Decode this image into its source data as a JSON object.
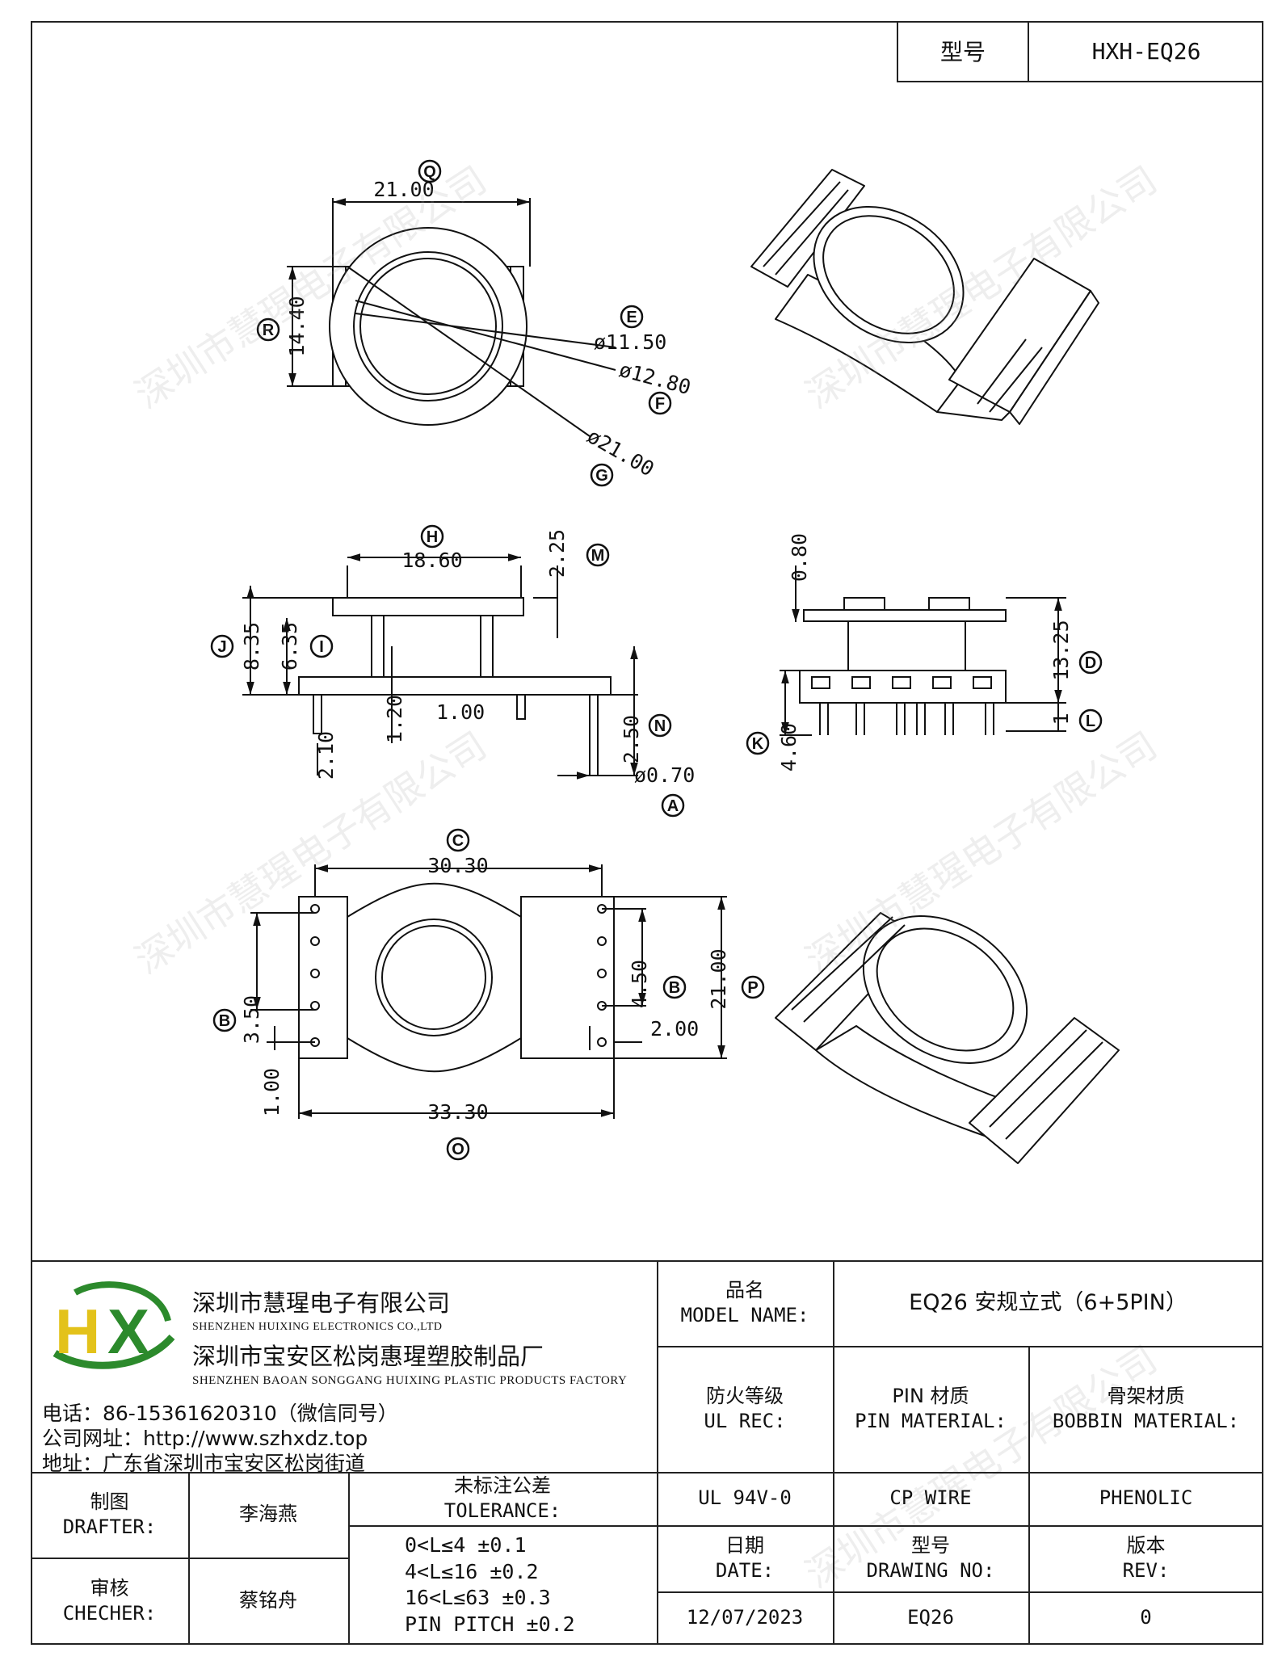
{
  "model_box": {
    "label": "型号",
    "value": "HXH-EQ26"
  },
  "watermark": "深圳市慧瑆电子有限公司",
  "drawing": {
    "top_view": {
      "Q": {
        "letter": "Q",
        "value": "21.00"
      },
      "R": {
        "letter": "R",
        "value": "14.40"
      },
      "E": {
        "letter": "E",
        "value": "ø11.50"
      },
      "F": {
        "letter": "F",
        "value": "ø12.80"
      },
      "G": {
        "letter": "G",
        "value": "ø21.00"
      }
    },
    "front_view": {
      "H": {
        "letter": "H",
        "value": "18.60"
      },
      "M": {
        "letter": "M",
        "value": "2.25"
      },
      "J": {
        "letter": "J",
        "value": "8.35"
      },
      "I": {
        "letter": "I",
        "value": "6.35"
      },
      "t120": "1.20",
      "t100": "1.00",
      "t210": "2.10",
      "N": {
        "letter": "N",
        "value": "2.50"
      },
      "A": {
        "letter": "A",
        "value": "ø0.70"
      }
    },
    "side_view": {
      "t080": "0.80",
      "D": {
        "letter": "D",
        "value": "13.25"
      },
      "L": {
        "letter": "L",
        "value": "1"
      },
      "K": {
        "letter": "K",
        "value": "4.60"
      }
    },
    "bottom_view": {
      "C": {
        "letter": "C",
        "value": "30.30"
      },
      "O": {
        "letter": "O",
        "value": "33.30"
      },
      "B1": {
        "letter": "B",
        "value": "3.50"
      },
      "t100": "1.00",
      "B2": {
        "letter": "B",
        "value": "4.50"
      },
      "t200": "2.00",
      "P": {
        "letter": "P",
        "value": "21.00"
      }
    }
  },
  "title_block": {
    "logo": {
      "h": "H",
      "x": "X"
    },
    "company_cn": "深圳市慧瑆电子有限公司",
    "company_en": "SHENZHEN HUIXING ELECTRONICS CO.,LTD",
    "factory_cn": "深圳市宝安区松岗惠瑆塑胶制品厂",
    "factory_en": "SHENZHEN BAOAN SONGGANG HUIXING PLASTIC PRODUCTS FACTORY",
    "phone": "电话：86-15361620310（微信同号）",
    "website": "公司网址：http://www.szhxdz.top",
    "address": "地址：广东省深圳市宝安区松岗街道",
    "model_name_label_cn": "品名",
    "model_name_label_en": "MODEL NAME:",
    "model_name_value": "EQ26 安规立式（6+5PIN）",
    "ul_label_cn": "防火等级",
    "ul_label_en": "UL REC:",
    "pin_label_cn": "PIN 材质",
    "pin_label_en": "PIN MATERIAL:",
    "bobbin_label_cn": "骨架材质",
    "bobbin_label_en": "BOBBIN MATERIAL:",
    "ul_value": "UL 94V-0",
    "pin_value": "CP WIRE",
    "bobbin_value": "PHENOLIC",
    "drafter_cn": "制图",
    "drafter_en": "DRAFTER:",
    "drafter_name": "李海燕",
    "checker_cn": "审核",
    "checker_en": "CHECHER:",
    "checker_name": "蔡铭舟",
    "tolerance_cn": "未标注公差",
    "tolerance_en": "TOLERANCE:",
    "tolerance_lines": [
      "0<L≤4  ±0.1",
      "4<L≤16 ±0.2",
      "16<L≤63 ±0.3",
      "PIN PITCH ±0.2"
    ],
    "date_cn": "日期",
    "date_en": "DATE:",
    "date_value": "12/07/2023",
    "drawing_no_cn": "型号",
    "drawing_no_en": "DRAWING NO:",
    "drawing_no_value": "EQ26",
    "rev_cn": "版本",
    "rev_en": "REV:",
    "rev_value": "0"
  }
}
